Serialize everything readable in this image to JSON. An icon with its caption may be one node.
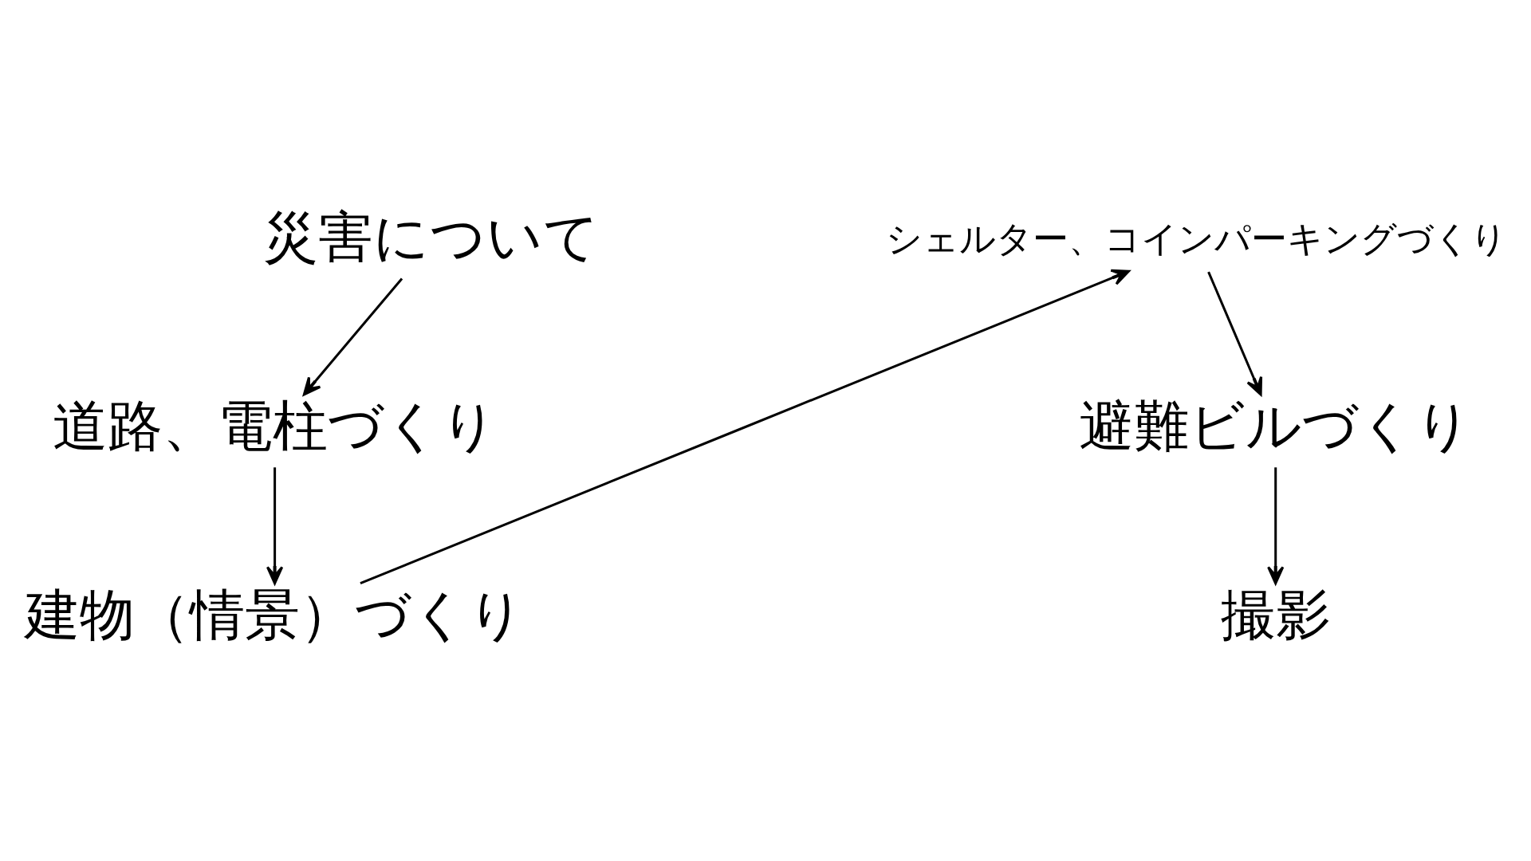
{
  "diagram": {
    "nodes": [
      {
        "text": [
          "災害について"
        ]
      },
      {
        "text": [
          "道路、電柱づくり"
        ]
      },
      {
        "text": [
          "建物（情景）づくり"
        ]
      },
      {
        "text": [
          "シェルター、コインパーキングづくり"
        ]
      },
      {
        "text": [
          "避難ビルづくり"
        ]
      },
      {
        "text": [
          "撮影"
        ]
      }
    ],
    "edges": [
      {
        "from": 0,
        "to": 1,
        "arrow": "to"
      },
      {
        "from": 1,
        "to": 2,
        "arrow": "to"
      },
      {
        "from": 2,
        "to": 3,
        "arrow": "to"
      },
      {
        "from": 3,
        "to": 4,
        "arrow": "to"
      },
      {
        "from": 4,
        "to": 5,
        "arrow": "to"
      }
    ]
  }
}
